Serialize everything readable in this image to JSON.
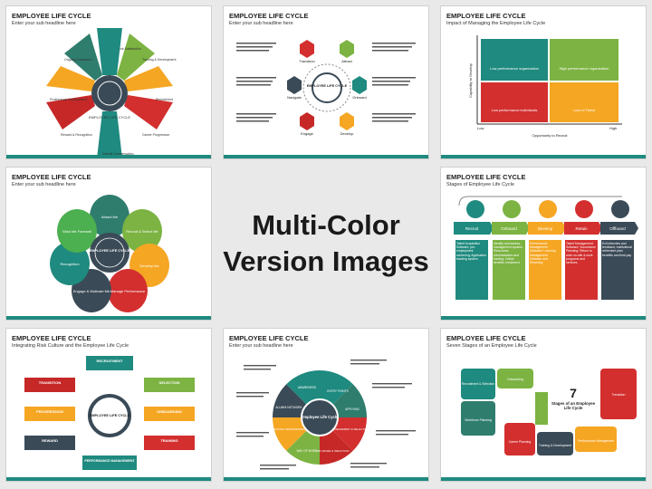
{
  "center": {
    "line1": "Multi-Color",
    "line2": "Version Images"
  },
  "slides": [
    {
      "title": "EMPLOYEE LIFE CYCLE",
      "subtitle": "Enter your sub headline here"
    },
    {
      "title": "EMPLOYEE LIFE CYCLE",
      "subtitle": "Enter your sub headline here"
    },
    {
      "title": "EMPLOYEE LIFE CYCLE",
      "subtitle": "Impact of Managing the Employee Life Cycle"
    },
    {
      "title": "EMPLOYEE LIFE CYCLE",
      "subtitle": "Enter your sub headline here"
    },
    {
      "title": "EMPLOYEE LIFE CYCLE",
      "subtitle": "Stages of Employee Life Cycle"
    },
    {
      "title": "EMPLOYEE LIFE CYCLE",
      "subtitle": "Integrating Risk Culture and the Employee Life Cycle"
    },
    {
      "title": "EMPLOYEE LIFE CYCLE",
      "subtitle": "Enter your sub headline here"
    },
    {
      "title": "EMPLOYEE LIFE CYCLE",
      "subtitle": "Seven Stages of an Employee Life Cycle"
    }
  ],
  "s1": {
    "center": "EMPLOYEE LIFE CYCLE",
    "items": [
      "Job Satisfaction",
      "Training & Development",
      "Recruitment",
      "Career Progression",
      "Overall Compensation",
      "Reward & Recognition",
      "Professional Development",
      "Ongoing Evaluation"
    ]
  },
  "s2": {
    "center": "EMPLOYEE LIFE CYCLE",
    "stages": [
      "Transition",
      "Attract",
      "Onboard",
      "Develop",
      "Engage",
      "Navigate"
    ]
  },
  "s3": {
    "ylabel": "Capability to Develop",
    "xlabel": "Opportunity to Recruit",
    "low": "Low",
    "high": "High",
    "quads": [
      "Low performance organization",
      "Low performance individuals",
      "High performance organization",
      "Loss of Talent"
    ]
  },
  "s4": {
    "center": "EMPLOYEE LIFE CYCLE",
    "items": [
      "Attract Me",
      "Recruit & Select Me",
      "Develop Me",
      "Manage Performance",
      "Engage & Motivate Me",
      "Recognition",
      "Wish Me Farewell"
    ]
  },
  "s5": {
    "stages": [
      "Recruit",
      "Onboard",
      "Develop",
      "Retain",
      "Offboard"
    ],
    "details": [
      "Talent Acquisition Software; pre-employment screening; Application tracking system",
      "Identify and assess; management system; Resources; Administration and training; Online benefits enrollment",
      "Performance Management Software; Learning Management Software and Elearning",
      "Talent Management Software; Succession Planning; Return to work on-site & work programs and services",
      "Exit interview and feedback; Institutional retirement plan benefits and final pay"
    ]
  },
  "s6": {
    "center": "EMPLOYEE LIFE CYCLE",
    "items": [
      "RECRUITMENT",
      "SELECTION",
      "ONBOARDING",
      "TRAINING",
      "PERFORMANCE MANAGEMENT",
      "REWARD",
      "PROGRESSION",
      "TRANSITION"
    ]
  },
  "s7": {
    "center": "Employee Life Cycle",
    "items": [
      "AWARENESS",
      "ENTRY POINTS",
      "APPLYING",
      "ASSESSMENT & SELECTION",
      "JOB OFFER & INDUCTION",
      "WAY OF WORK",
      "ONGOING PERFORMANCE",
      "ALUMNI NETWORK"
    ]
  },
  "s8": {
    "count": "7",
    "caption": "Stages of an Employee Life Cycle",
    "stages": [
      "Recruitment & Selection",
      "Onboarding",
      "Workforce Planning",
      "Career Planning",
      "Training & Development",
      "Performance Management",
      "Transition"
    ]
  }
}
